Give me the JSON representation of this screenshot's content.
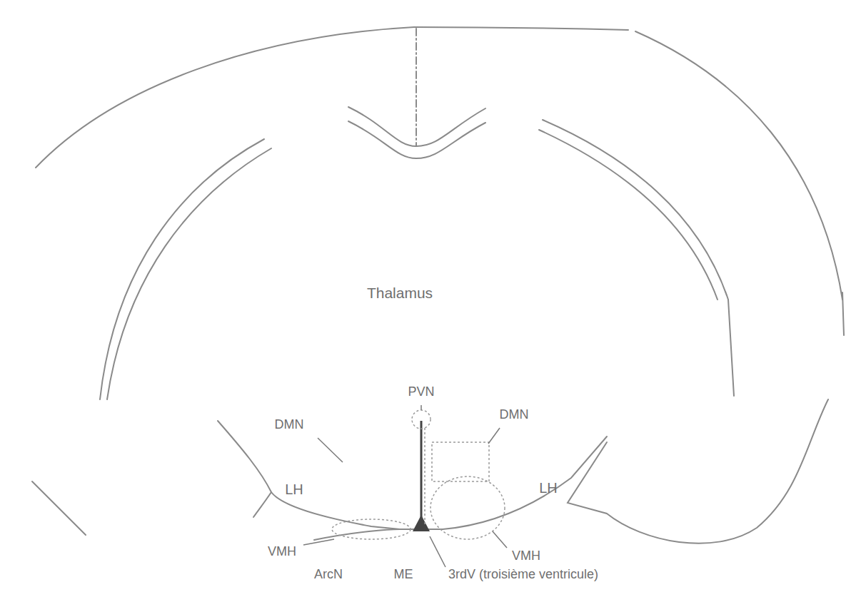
{
  "diagram": {
    "labels": [
      "Thalamus",
      "PVN",
      "DMN",
      "DMN",
      "LH",
      "LH",
      "VMH",
      "VMH",
      "ArcN",
      "ME",
      "3rdV (troisième ventricule)"
    ]
  }
}
